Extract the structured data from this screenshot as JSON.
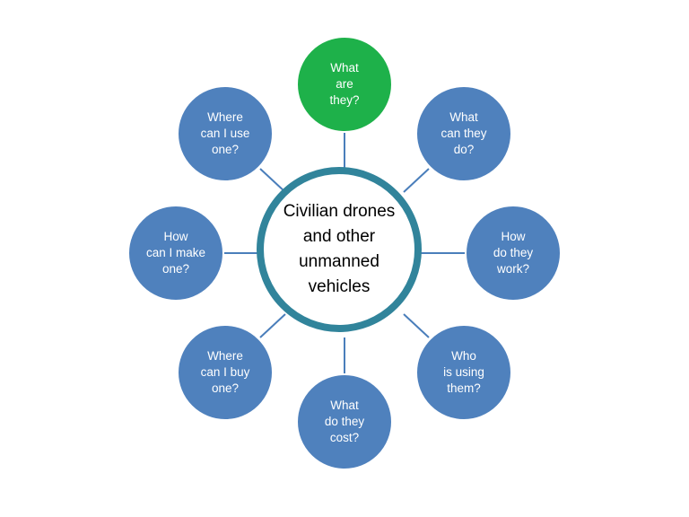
{
  "center": {
    "lines": [
      "Civilian drones",
      "and other",
      "unmanned",
      "vehicles"
    ]
  },
  "nodes": [
    {
      "lines": [
        "What",
        "are",
        "they?"
      ]
    },
    {
      "lines": [
        "What",
        "can they",
        "do?"
      ]
    },
    {
      "lines": [
        "How",
        "do they",
        "work?"
      ]
    },
    {
      "lines": [
        "Who",
        "is using",
        "them?"
      ]
    },
    {
      "lines": [
        "What",
        "do they",
        "cost?"
      ]
    },
    {
      "lines": [
        "Where",
        "can I buy",
        "one?"
      ]
    },
    {
      "lines": [
        "How",
        "can I make",
        "one?"
      ]
    },
    {
      "lines": [
        "Where",
        "can I use",
        "one?"
      ]
    }
  ],
  "colors": {
    "node_fill": "#4f81bd",
    "highlight_fill": "#1eb14a",
    "connector": "#4a7ebb",
    "hub_ring": "#31849b"
  },
  "highlighted_node": "What are they?"
}
